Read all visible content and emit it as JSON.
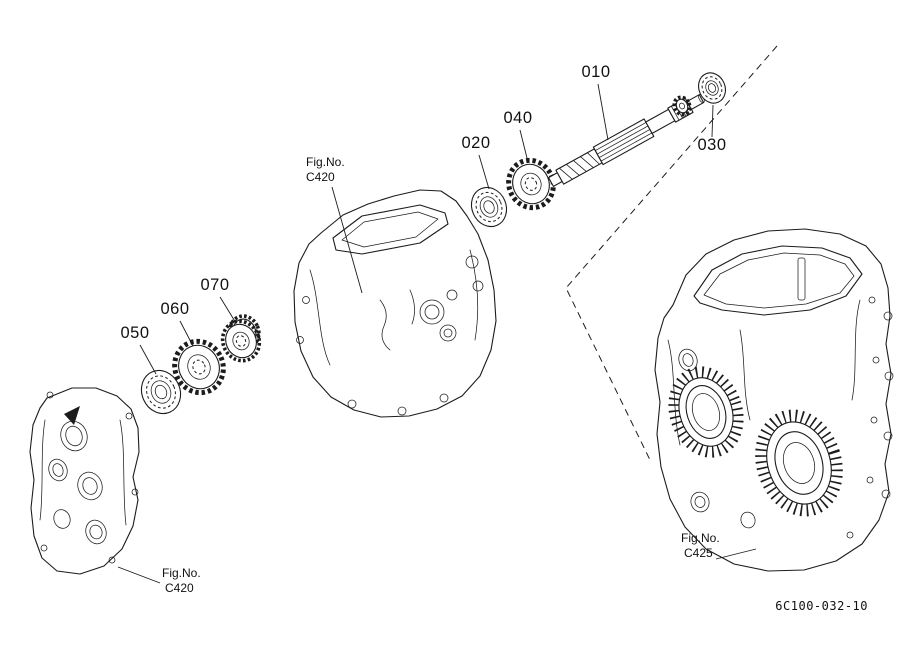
{
  "page": {
    "background": "#ffffff",
    "line_color": "#1c1c1c"
  },
  "diagram": {
    "part_labels": [
      "010",
      "020",
      "030",
      "040",
      "050",
      "060",
      "070"
    ],
    "figure_refs": [
      {
        "line1": "Fig.No.",
        "line2": "C420"
      },
      {
        "line1": "Fig.No.",
        "line2": "C420"
      },
      {
        "line1": "Fig.No.",
        "line2": "C425"
      }
    ],
    "drawing_number": "6C100-032-10"
  }
}
